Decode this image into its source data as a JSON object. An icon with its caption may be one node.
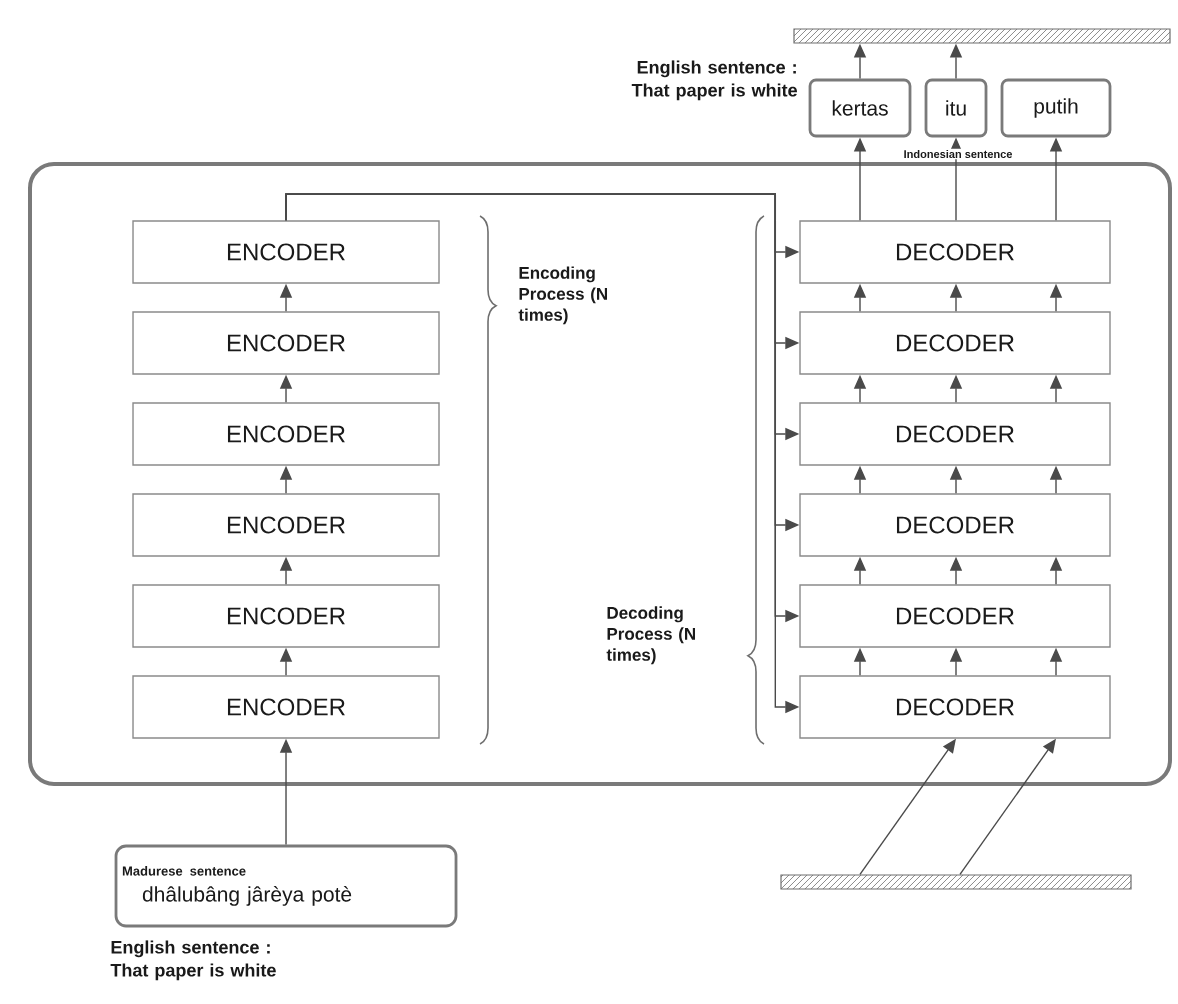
{
  "diagram": {
    "nodes": [
      {
        "text": [],
        "shape": "box"
      },
      {
        "text": [
          "ENCODER"
        ],
        "in": 0
      },
      {
        "text": [
          "ENCODER"
        ],
        "in": 0
      },
      {
        "text": [
          "ENCODER"
        ],
        "in": 0
      },
      {
        "text": [
          "ENCODER"
        ],
        "in": 0
      },
      {
        "text": [
          "ENCODER"
        ],
        "in": 0
      },
      {
        "text": [
          "ENCODER"
        ],
        "in": 0
      },
      {
        "text": [
          "DECODER"
        ],
        "in": 0
      },
      {
        "text": [
          "DECODER"
        ],
        "in": 0
      },
      {
        "text": [
          "DECODER"
        ],
        "in": 0
      },
      {
        "text": [
          "DECODER"
        ],
        "in": 0
      },
      {
        "text": [
          "DECODER"
        ],
        "in": 0
      },
      {
        "text": [
          "DECODER"
        ],
        "in": 0
      },
      {
        "text": [
          "kertas"
        ]
      },
      {
        "text": [
          "itu"
        ]
      },
      {
        "text": [
          "putih"
        ]
      },
      {
        "text": [
          "Madurese sentence",
          "dhâlubâng jârèya potè"
        ]
      },
      {
        "text": [],
        "shape": "bar"
      },
      {
        "text": [],
        "shape": "bar"
      }
    ],
    "edges": [
      {
        "from": 16,
        "to": 6,
        "arrow": "to"
      },
      {
        "from": 6,
        "to": 5,
        "arrow": "to"
      },
      {
        "from": 5,
        "to": 4,
        "arrow": "to"
      },
      {
        "from": 4,
        "to": 3,
        "arrow": "to"
      },
      {
        "from": 3,
        "to": 2,
        "arrow": "to"
      },
      {
        "from": 2,
        "to": 1,
        "arrow": "to"
      },
      {
        "from": 1,
        "to": 7,
        "arrow": "to"
      },
      {
        "from": 1,
        "to": 8,
        "arrow": "to"
      },
      {
        "from": 1,
        "to": 9,
        "arrow": "to"
      },
      {
        "from": 1,
        "to": 10,
        "arrow": "to"
      },
      {
        "from": 1,
        "to": 11,
        "arrow": "to"
      },
      {
        "from": 1,
        "to": 12,
        "arrow": "to"
      },
      {
        "from": 12,
        "to": 11,
        "arrow": "to"
      },
      {
        "from": 12,
        "to": 11,
        "arrow": "to"
      },
      {
        "from": 12,
        "to": 11,
        "arrow": "to"
      },
      {
        "from": 11,
        "to": 10,
        "arrow": "to"
      },
      {
        "from": 11,
        "to": 10,
        "arrow": "to"
      },
      {
        "from": 11,
        "to": 10,
        "arrow": "to"
      },
      {
        "from": 10,
        "to": 9,
        "arrow": "to"
      },
      {
        "from": 10,
        "to": 9,
        "arrow": "to"
      },
      {
        "from": 10,
        "to": 9,
        "arrow": "to"
      },
      {
        "from": 9,
        "to": 8,
        "arrow": "to"
      },
      {
        "from": 9,
        "to": 8,
        "arrow": "to"
      },
      {
        "from": 9,
        "to": 8,
        "arrow": "to"
      },
      {
        "from": 8,
        "to": 7,
        "arrow": "to"
      },
      {
        "from": 8,
        "to": 7,
        "arrow": "to"
      },
      {
        "from": 8,
        "to": 7,
        "arrow": "to"
      },
      {
        "from": 7,
        "to": 13,
        "arrow": "to"
      },
      {
        "from": 7,
        "to": 14,
        "arrow": "to"
      },
      {
        "from": 7,
        "to": 15,
        "arrow": "to"
      },
      {
        "from": 13,
        "to": 17,
        "arrow": "to"
      },
      {
        "from": 14,
        "to": 17,
        "arrow": "to"
      },
      {
        "from": 18,
        "to": 12,
        "arrow": "to"
      },
      {
        "from": 18,
        "to": 12,
        "arrow": "to"
      }
    ],
    "labels": [
      "English sentence : That paper is white",
      "Indonesian sentence",
      "Encoding Process (N times)",
      "Decoding Process (N times)",
      "English sentence : That paper is white"
    ]
  }
}
